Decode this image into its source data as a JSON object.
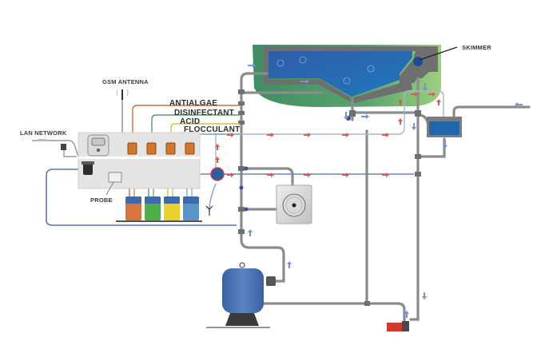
{
  "diagram": {
    "type": "pool water treatment schematic",
    "labels": {
      "gsm_antenna": "GSM ANTENNA",
      "lan_network": "LAN NETWORK",
      "probe": "PROBE",
      "skimmer": "SKIMMER",
      "antialgae": "ANTIALGAE",
      "disinfectant": "DISINFECTANT",
      "acid": "ACID",
      "flocculant": "FLOCCULANT"
    },
    "chemical_tanks": [
      {
        "name": "antialgae",
        "color": "#d9743a"
      },
      {
        "name": "disinfectant",
        "color": "#4fae4a"
      },
      {
        "name": "acid",
        "color": "#e8d22e"
      },
      {
        "name": "flocculant",
        "color": "#5b93c9"
      }
    ],
    "line_colors": {
      "antialgae": "#c8703f",
      "disinfectant": "#5a9a78",
      "acid": "#d8c23a",
      "flocculant": "#7aa6c8",
      "pipe": "#8a8d90",
      "signal": "#6b84b8",
      "flow_arrow_red": "#e0584a",
      "flow_arrow_blue": "#7f8fd0"
    },
    "colors": {
      "pool_water": "#2a66b0",
      "pool_border": "#6f6f6f",
      "lawn": "#4f9d6a",
      "filter": "#4a70b2",
      "pump": "#d03a2a",
      "heat_exchanger": "#d5d5d5",
      "panel": "#e6e6e6"
    }
  }
}
